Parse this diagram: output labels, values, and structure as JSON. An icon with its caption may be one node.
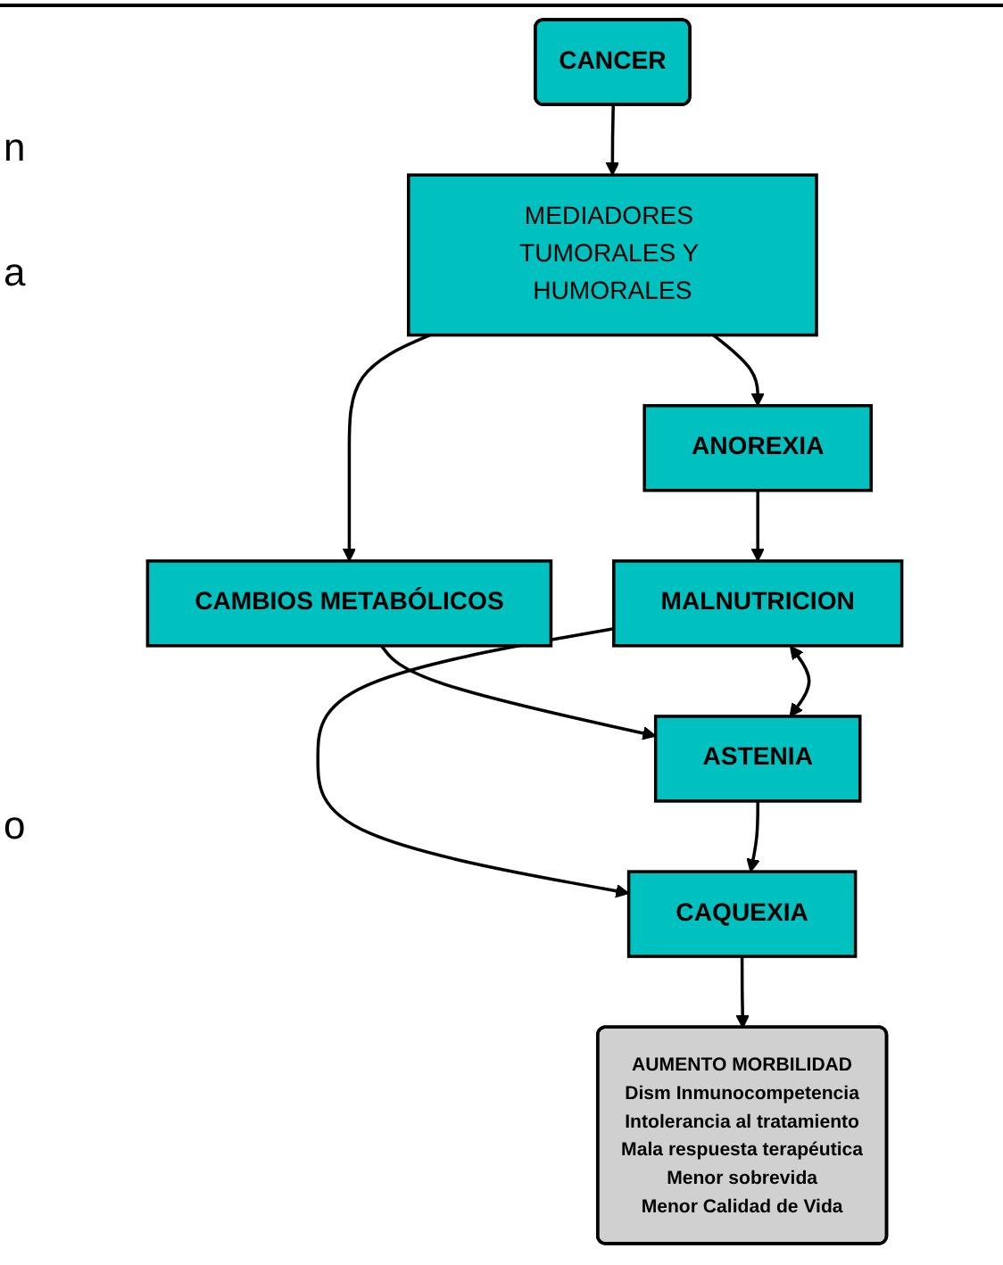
{
  "diagram": {
    "nodes": [
      {
        "text": [
          "CANCER"
        ]
      },
      {
        "text": [
          "MEDIADORES TUMORALES Y HUMORALES"
        ]
      },
      {
        "text": [
          "ANOREXIA"
        ]
      },
      {
        "text": [
          "CAMBIOS METABÓLICOS"
        ]
      },
      {
        "text": [
          "MALNUTRICION"
        ]
      },
      {
        "text": [
          "ASTENIA"
        ]
      },
      {
        "text": [
          "CAQUEXIA"
        ]
      },
      {
        "text": [
          "AUMENTO MORBILIDAD",
          "Dism Inmunocompetencia",
          "Intolerancia al tratamiento",
          "Mala respuesta terapéutica",
          "Menor sobrevida",
          "Menor Calidad de Vida"
        ]
      }
    ],
    "edges": [
      {
        "from": 0,
        "to": 1,
        "arrow": "to"
      },
      {
        "from": 1,
        "to": 2,
        "arrow": "to"
      },
      {
        "from": 1,
        "to": 3,
        "arrow": "to"
      },
      {
        "from": 2,
        "to": 4,
        "arrow": "to"
      },
      {
        "from": 3,
        "to": 5,
        "arrow": "to"
      },
      {
        "from": 4,
        "to": 5,
        "arrow": "both"
      },
      {
        "from": 4,
        "to": 6,
        "arrow": "to"
      },
      {
        "from": 5,
        "to": 6,
        "arrow": "to"
      },
      {
        "from": 6,
        "to": 7,
        "arrow": "to"
      }
    ],
    "labels": [
      "n",
      "a",
      "o"
    ]
  }
}
